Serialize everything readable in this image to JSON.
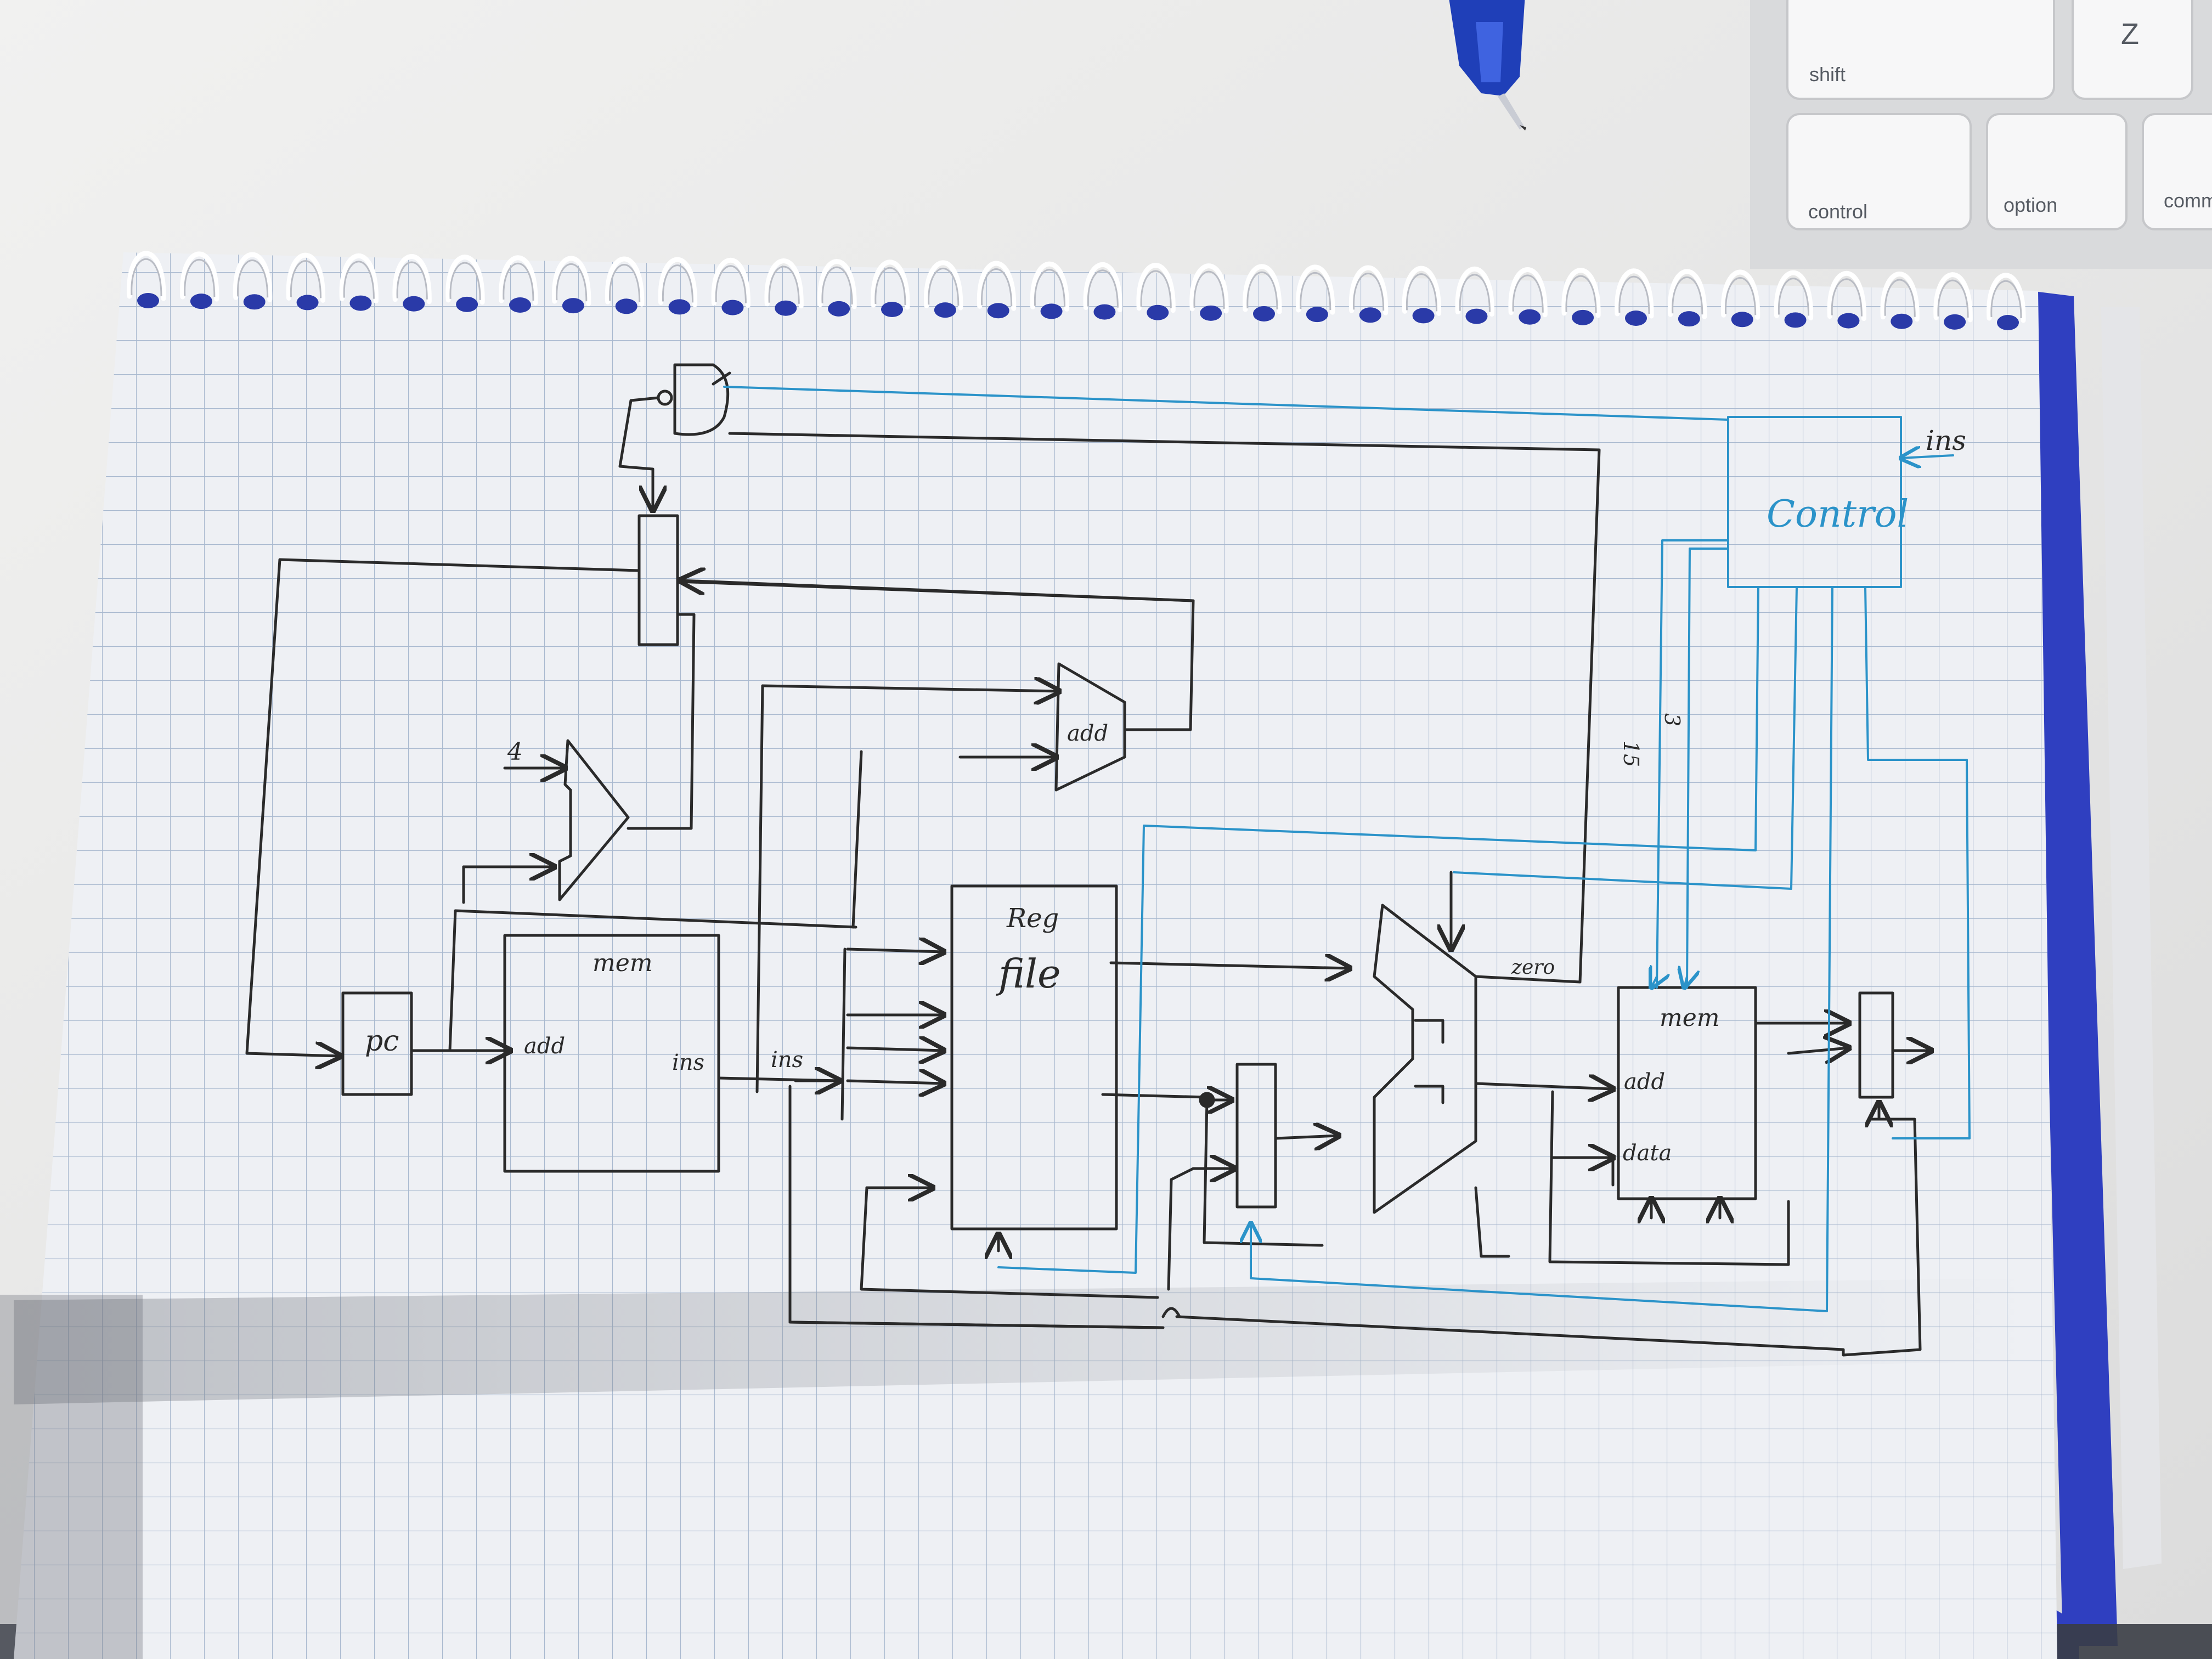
{
  "keyboard": {
    "keys": [
      "shift",
      "Z",
      "control",
      "option",
      "comm"
    ]
  },
  "notebook": {
    "labels": {
      "control": "Control",
      "ins_in": "ins",
      "pc": "pc",
      "imem": "mem",
      "imem_add": "add",
      "imem_ins": "ins",
      "ins_wire": "ins",
      "four": "4",
      "add": "add",
      "reg": "Reg",
      "file": "file",
      "zero": "zero",
      "dmem": "mem",
      "dmem_add": "add",
      "dmem_data": "data",
      "num_15": "15",
      "num_3": "3"
    }
  },
  "colors": {
    "paper": "#eef0f4",
    "grid": "#a9b9cf",
    "ink_black": "#2a2a2a",
    "ink_blue": "#2b93c9",
    "binder": "#2f3fc0",
    "desk": "#e6e6e6"
  }
}
